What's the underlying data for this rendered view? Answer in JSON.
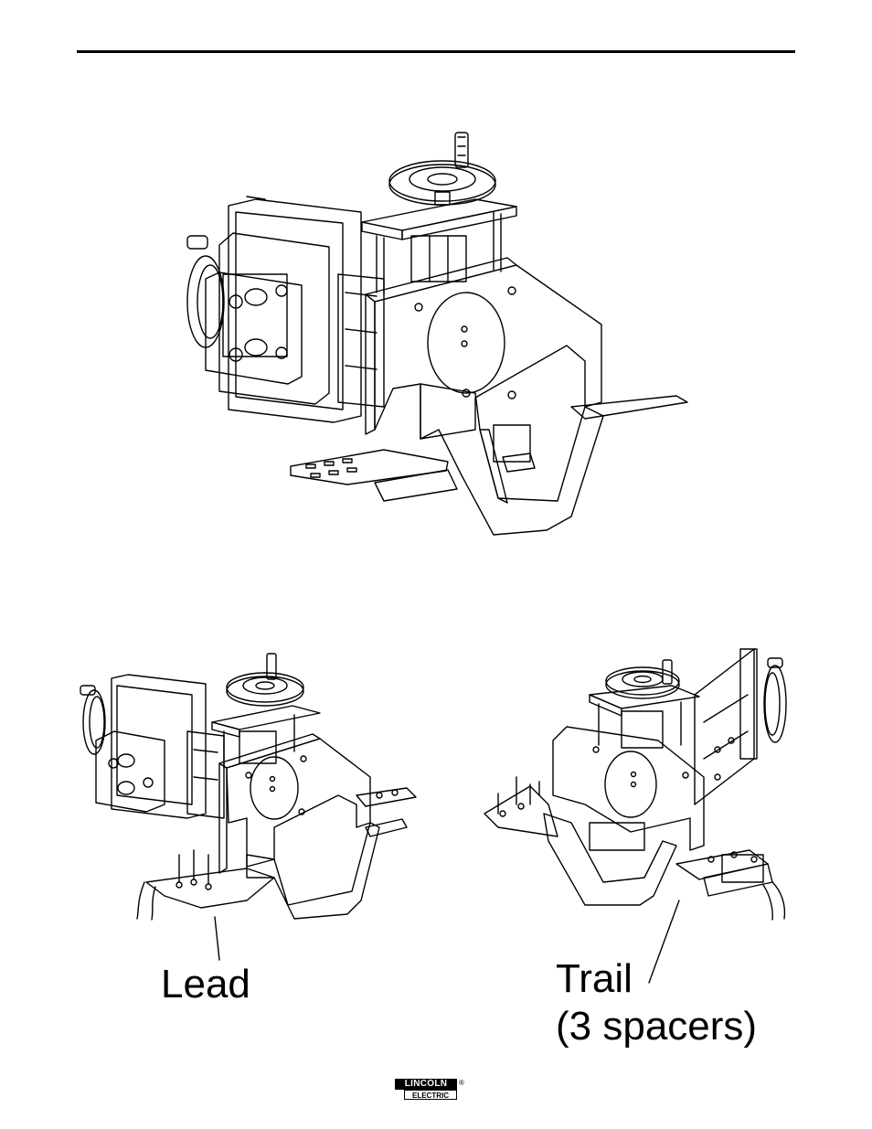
{
  "labels": {
    "lead": "Lead",
    "trail": "Trail",
    "trail_spacers": "(3 spacers)"
  },
  "logo": {
    "top_text": "LINCOLN",
    "bottom_text": "ELECTRIC",
    "mark": "®"
  },
  "icons": {
    "handwheel": "handwheel-icon",
    "slide": "slide-assembly-icon"
  },
  "colors": {
    "line": "#000000",
    "background": "#ffffff"
  }
}
